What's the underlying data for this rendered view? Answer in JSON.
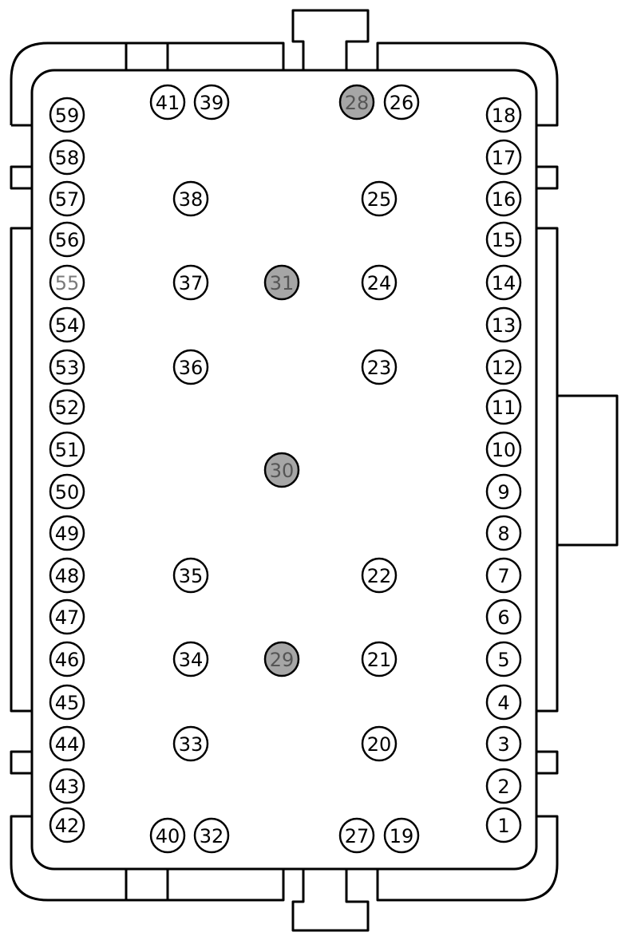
{
  "connector": {
    "colors": {
      "outline": "#000000",
      "pin_fill": "#ffffff",
      "pin_label": "#000000",
      "unused_fill": "#a6a6a6",
      "unused_label": "#555555",
      "muted_label": "#7a7a7a"
    },
    "pins": [
      {
        "label": "1",
        "state": "normal"
      },
      {
        "label": "2",
        "state": "normal"
      },
      {
        "label": "3",
        "state": "normal"
      },
      {
        "label": "4",
        "state": "normal"
      },
      {
        "label": "5",
        "state": "normal"
      },
      {
        "label": "6",
        "state": "normal"
      },
      {
        "label": "7",
        "state": "normal"
      },
      {
        "label": "8",
        "state": "normal"
      },
      {
        "label": "9",
        "state": "normal"
      },
      {
        "label": "10",
        "state": "normal"
      },
      {
        "label": "11",
        "state": "normal"
      },
      {
        "label": "12",
        "state": "normal"
      },
      {
        "label": "13",
        "state": "normal"
      },
      {
        "label": "14",
        "state": "normal"
      },
      {
        "label": "15",
        "state": "normal"
      },
      {
        "label": "16",
        "state": "normal"
      },
      {
        "label": "17",
        "state": "normal"
      },
      {
        "label": "18",
        "state": "normal"
      },
      {
        "label": "19",
        "state": "normal"
      },
      {
        "label": "20",
        "state": "normal"
      },
      {
        "label": "21",
        "state": "normal"
      },
      {
        "label": "22",
        "state": "normal"
      },
      {
        "label": "23",
        "state": "normal"
      },
      {
        "label": "24",
        "state": "normal"
      },
      {
        "label": "25",
        "state": "normal"
      },
      {
        "label": "26",
        "state": "normal"
      },
      {
        "label": "27",
        "state": "normal"
      },
      {
        "label": "28",
        "state": "unused"
      },
      {
        "label": "29",
        "state": "unused"
      },
      {
        "label": "30",
        "state": "unused"
      },
      {
        "label": "31",
        "state": "unused"
      },
      {
        "label": "32",
        "state": "normal"
      },
      {
        "label": "33",
        "state": "normal"
      },
      {
        "label": "34",
        "state": "normal"
      },
      {
        "label": "35",
        "state": "normal"
      },
      {
        "label": "36",
        "state": "normal"
      },
      {
        "label": "37",
        "state": "normal"
      },
      {
        "label": "38",
        "state": "normal"
      },
      {
        "label": "39",
        "state": "normal"
      },
      {
        "label": "40",
        "state": "normal"
      },
      {
        "label": "41",
        "state": "normal"
      },
      {
        "label": "42",
        "state": "normal"
      },
      {
        "label": "43",
        "state": "normal"
      },
      {
        "label": "44",
        "state": "normal"
      },
      {
        "label": "45",
        "state": "normal"
      },
      {
        "label": "46",
        "state": "normal"
      },
      {
        "label": "47",
        "state": "normal"
      },
      {
        "label": "48",
        "state": "normal"
      },
      {
        "label": "49",
        "state": "normal"
      },
      {
        "label": "50",
        "state": "normal"
      },
      {
        "label": "51",
        "state": "normal"
      },
      {
        "label": "52",
        "state": "normal"
      },
      {
        "label": "53",
        "state": "normal"
      },
      {
        "label": "54",
        "state": "normal"
      },
      {
        "label": "55",
        "state": "muted"
      },
      {
        "label": "56",
        "state": "normal"
      },
      {
        "label": "57",
        "state": "normal"
      },
      {
        "label": "58",
        "state": "normal"
      },
      {
        "label": "59",
        "state": "normal"
      }
    ]
  }
}
